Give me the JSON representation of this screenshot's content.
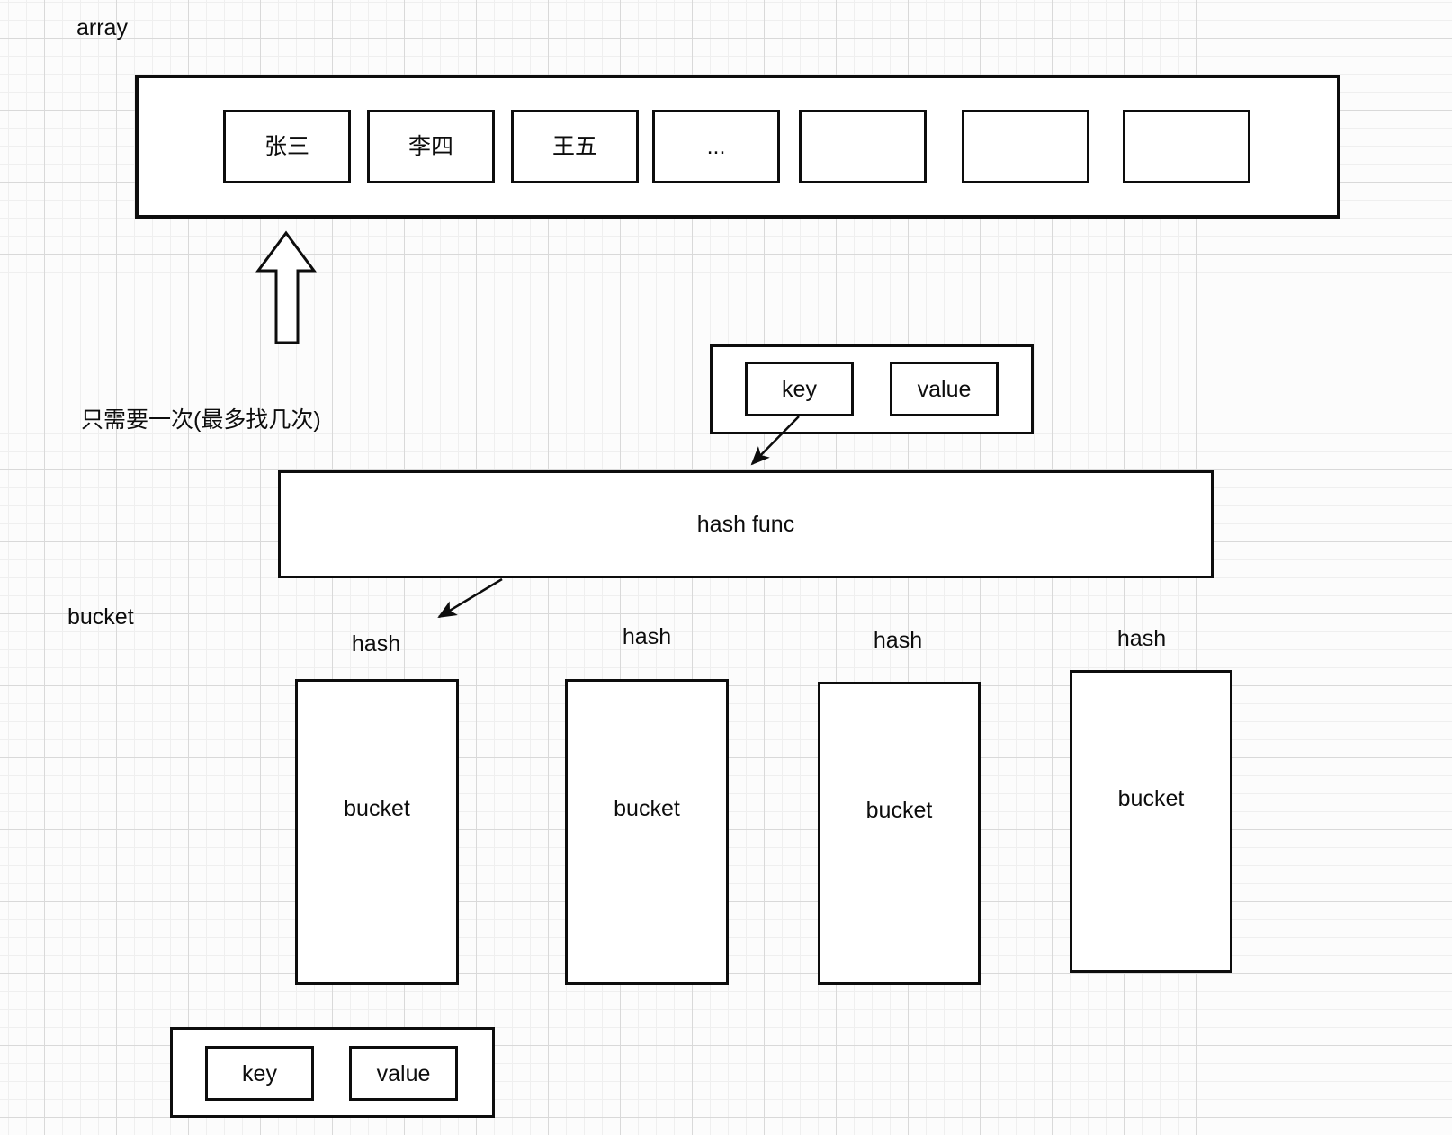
{
  "diagram": {
    "array_label": "array",
    "array_cells": [
      "张三",
      "李四",
      "王五",
      "...",
      "",
      "",
      ""
    ],
    "note": "只需要一次(最多找几次)",
    "kv_top": {
      "key": "key",
      "value": "value"
    },
    "hash_func_label": "hash func",
    "bucket_section_label": "bucket",
    "hash_labels": [
      "hash",
      "hash",
      "hash",
      "hash"
    ],
    "buckets": [
      "bucket",
      "bucket",
      "bucket",
      "bucket"
    ],
    "kv_bottom": {
      "key": "key",
      "value": "value"
    },
    "colors": {
      "stroke": "#0d0d0d",
      "shape_fill": "#ffffff",
      "background": "#fcfcfc",
      "grid_minor": "#efefef",
      "grid_major": "#d9d9d9"
    }
  }
}
